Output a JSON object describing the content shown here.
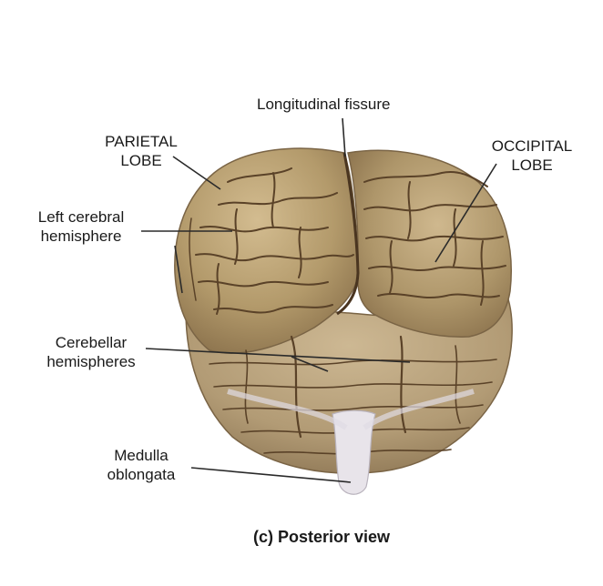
{
  "labels": {
    "longitudinal_fissure": "Longitudinal fissure",
    "parietal_lobe": [
      "PARIETAL",
      "LOBE"
    ],
    "occipital_lobe": [
      "OCCIPITAL",
      "LOBE"
    ],
    "left_cerebral_hemisphere": [
      "Left cerebral",
      "hemisphere"
    ],
    "cerebellar_hemispheres": [
      "Cerebellar",
      "hemispheres"
    ],
    "medulla_oblongata": [
      "Medulla",
      "oblongata"
    ]
  },
  "caption": "(c) Posterior view",
  "colors": {
    "cortex": "#b59a6c",
    "cortex_light": "#cdb68c",
    "sulcus": "#5a4228",
    "cerebellum": "#b8a07a",
    "membrane": "#e6e2e8",
    "leader": "#2a2a2a"
  }
}
